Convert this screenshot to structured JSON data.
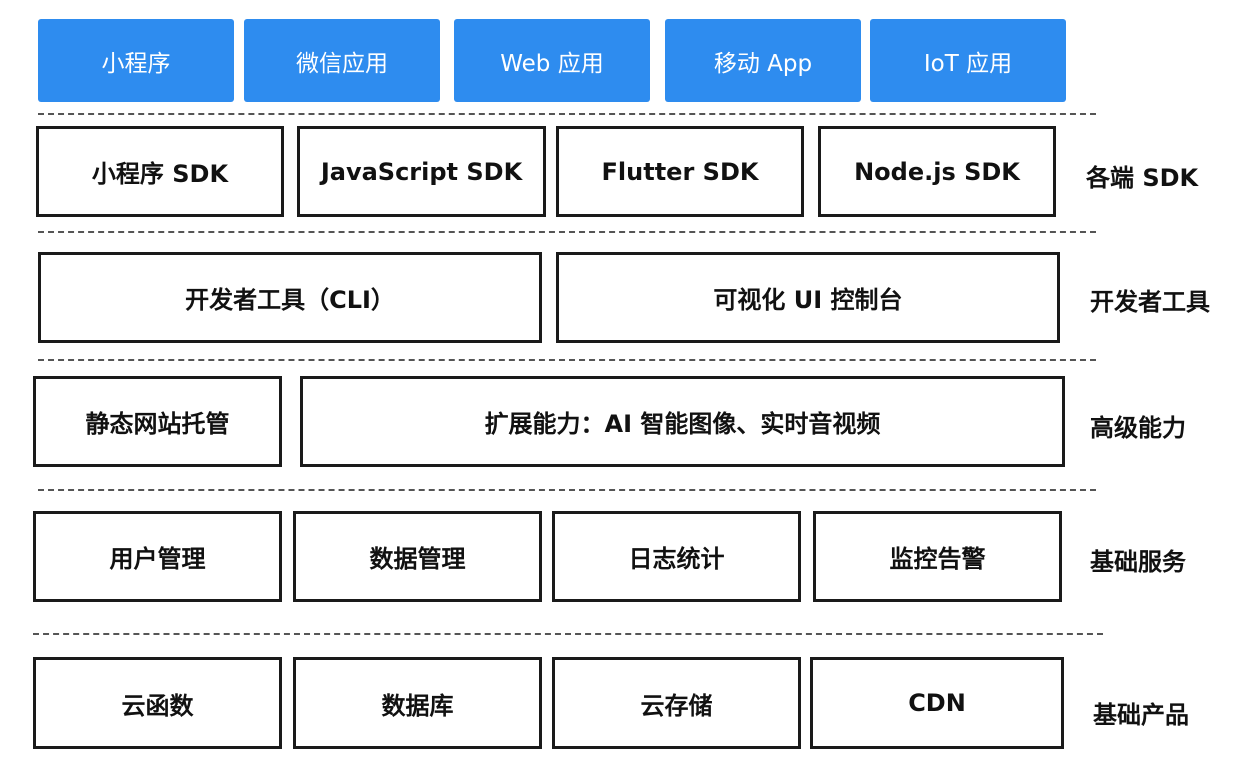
{
  "clients": [
    "小程序",
    "微信应用",
    "Web 应用",
    "移动 App",
    "IoT 应用"
  ],
  "layers": [
    {
      "label": "各端 SDK",
      "items": [
        "小程序 SDK",
        "JavaScript SDK",
        "Flutter SDK",
        "Node.js SDK"
      ]
    },
    {
      "label": "开发者工具",
      "items": [
        "开发者工具（CLI）",
        "可视化 UI 控制台"
      ]
    },
    {
      "label": "高级能力",
      "items": [
        "静态网站托管",
        "扩展能力：AI 智能图像、实时音视频"
      ]
    },
    {
      "label": "基础服务",
      "items": [
        "用户管理",
        "数据管理",
        "日志统计",
        "监控告警"
      ]
    },
    {
      "label": "基础产品",
      "items": [
        "云函数",
        "数据库",
        "云存储",
        "CDN"
      ]
    }
  ],
  "colors": {
    "client_fill": "#2e8cef",
    "client_text": "#ffffff",
    "box_border": "#1a1a1a",
    "separator": "#555555"
  }
}
